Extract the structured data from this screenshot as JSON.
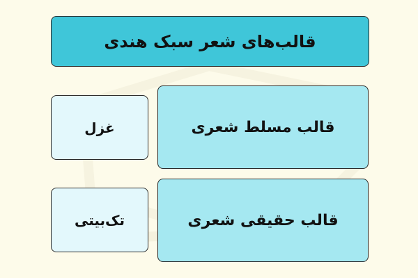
{
  "diagram": {
    "title": "قالب‌های شعر سبک هندی",
    "rows": [
      {
        "main": "قالب مسلط شعری",
        "side": "غزل"
      },
      {
        "main": "قالب حقیقی شعری",
        "side": "تک‌بیتی"
      }
    ]
  },
  "colors": {
    "background": "#fdfbea",
    "title_fill": "#3fc6d9",
    "main_fill": "#a5e8f1",
    "side_fill": "#e3f8fc",
    "border": "#2a2a2a"
  }
}
